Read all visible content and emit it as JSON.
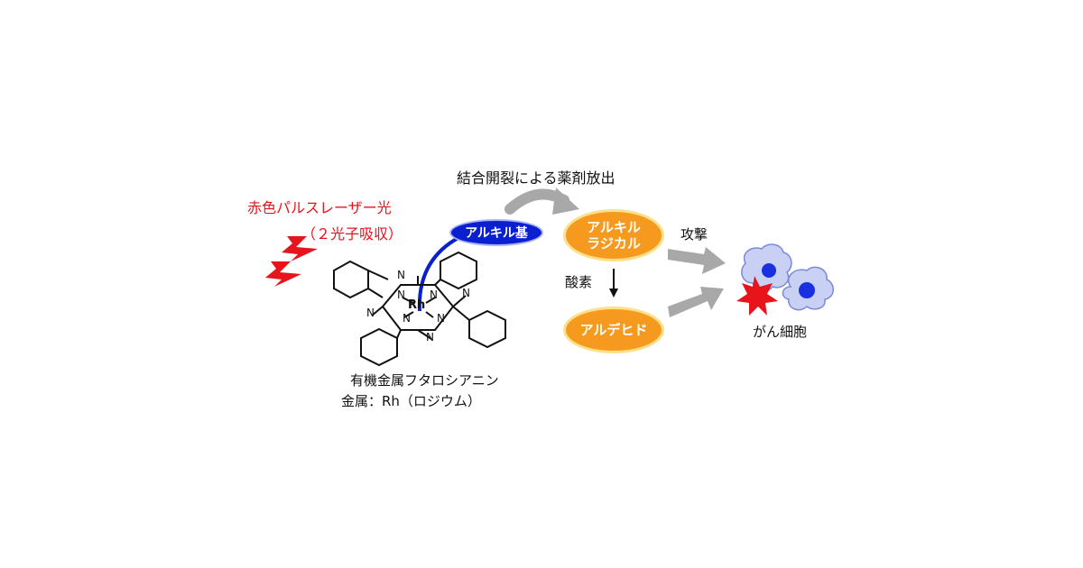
{
  "labels": {
    "release": "結合開裂による薬剤放出",
    "laser_line1": "赤色パルスレーザー光",
    "laser_line2": "（２光子吸収）",
    "alkyl_group": "アルキル基",
    "alkyl_radical_line1": "アルキル",
    "alkyl_radical_line2": "ラジカル",
    "aldehyde": "アルデヒド",
    "oxygen": "酸素",
    "attack": "攻撃",
    "cancer_cell": "がん細胞",
    "compound_line1": "有機金属フタロシアニン",
    "compound_line2": "金属：Rh（ロジウム）",
    "metal_symbol": "Rh",
    "nitrogen": "N"
  },
  "colors": {
    "laser_red": "#e8141c",
    "oval_orange": "#f59a1f",
    "oval_border": "#fbe08a",
    "alkyl_blue": "#0a1fd0",
    "arrow_gray": "#a8a8a8",
    "cell_blue": "#1a2fe0"
  }
}
